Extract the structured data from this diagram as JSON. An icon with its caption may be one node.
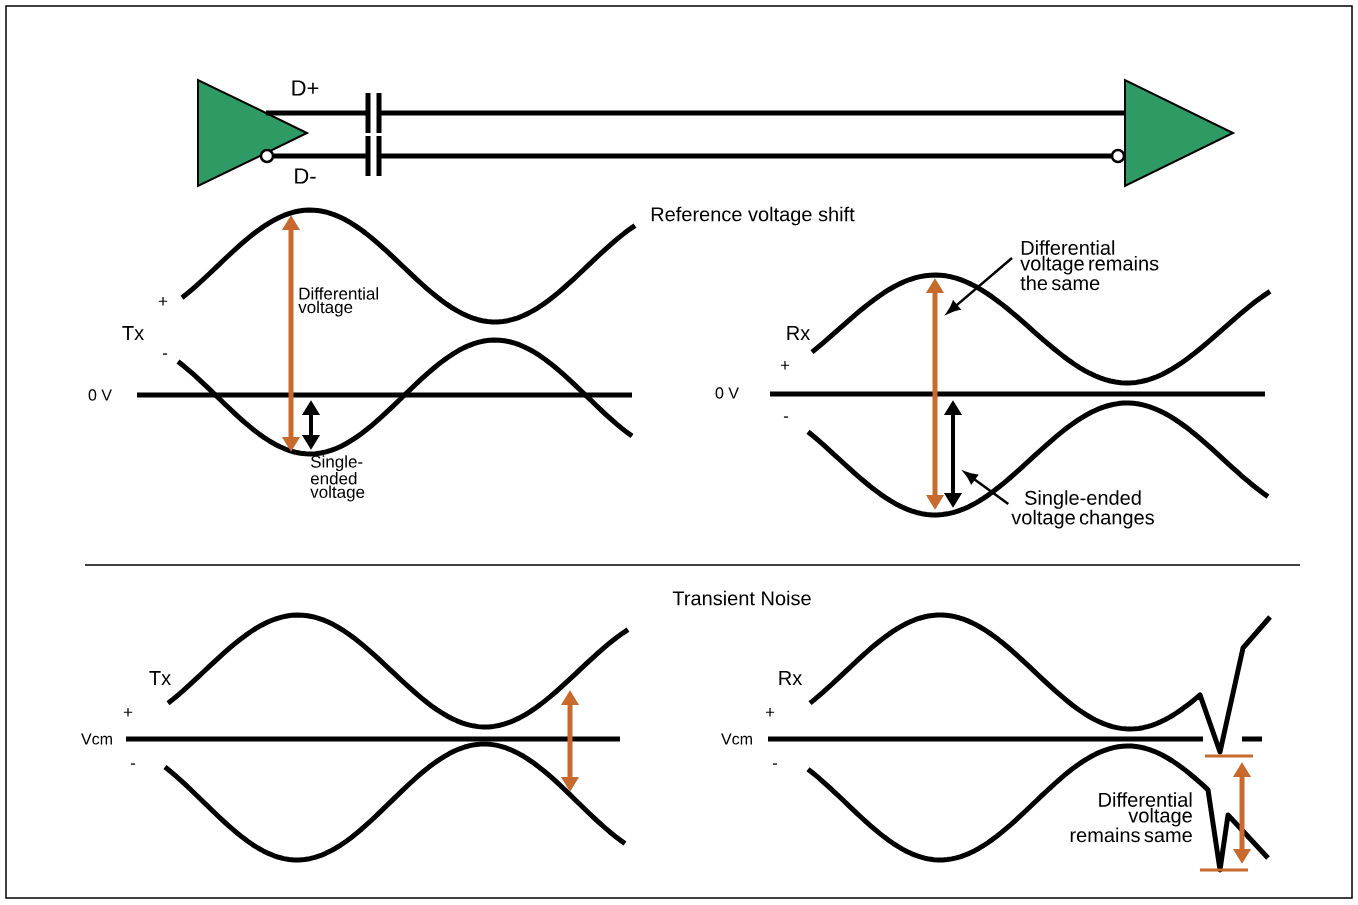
{
  "diagram": {
    "nodes": [
      {
        "text": [],
        "shape": "triangle"
      },
      {
        "text": [],
        "shape": "triangle"
      },
      {
        "text": [
          "Differential voltage remains the same"
        ]
      },
      {
        "text": [
          "Single-ended voltage changes"
        ]
      },
      {
        "text": [],
        "shape": "arrow"
      },
      {
        "text": [],
        "shape": "arrow"
      }
    ],
    "edges": [
      {
        "from": 0,
        "to": 1,
        "arrow": "none",
        "label": "D+",
        "style": "thick"
      },
      {
        "from": 0,
        "to": 1,
        "arrow": "none",
        "label": "D-",
        "style": "thick"
      },
      {
        "from": 2,
        "to": 4,
        "arrow": "to"
      },
      {
        "from": 3,
        "to": 5,
        "arrow": "to"
      }
    ],
    "labels": [
      "Reference voltage shift",
      "+",
      "Tx",
      "-",
      "0 V",
      "Differential voltage",
      "Single-ended voltage",
      "Rx",
      "+",
      "0 V",
      "-",
      "Transient Noise",
      "Tx",
      "+",
      "Vcm",
      "-",
      "Rx",
      "+",
      "Vcm",
      "-",
      "Differential voltage remains same"
    ]
  }
}
